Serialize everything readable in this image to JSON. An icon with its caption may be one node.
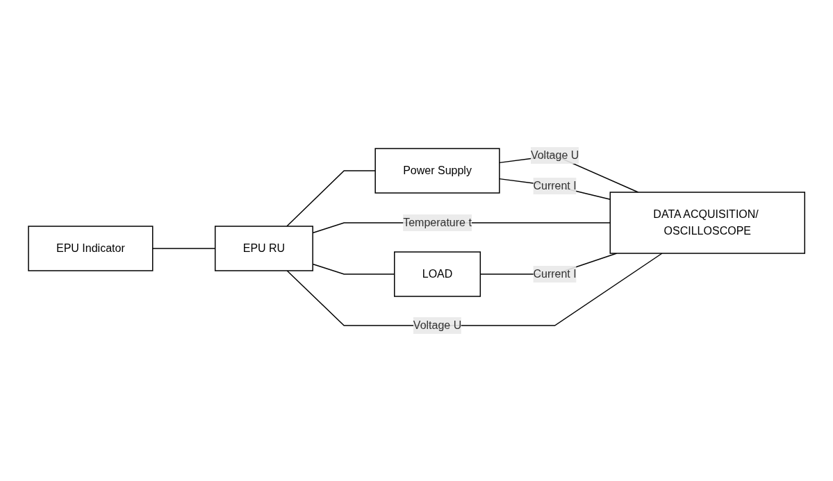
{
  "diagram": {
    "nodes": [
      {
        "text": [
          "EPU Indicator"
        ]
      },
      {
        "text": [
          "EPU RU"
        ]
      },
      {
        "text": [
          "Power Supply"
        ]
      },
      {
        "text": [
          "LOAD"
        ]
      },
      {
        "text": [
          "DATA ACQUISITION/ OSCILLOSCOPE"
        ]
      }
    ],
    "edges": [
      {
        "from": 0,
        "to": 1,
        "arrow": "none"
      },
      {
        "from": 1,
        "to": 2,
        "arrow": "none"
      },
      {
        "from": 1,
        "to": 4,
        "arrow": "none",
        "label": "Temperature t"
      },
      {
        "from": 1,
        "to": 3,
        "arrow": "none"
      },
      {
        "from": 1,
        "to": 4,
        "arrow": "none",
        "label": "Voltage U"
      },
      {
        "from": 2,
        "to": 4,
        "arrow": "none",
        "label": "Voltage U"
      },
      {
        "from": 3,
        "to": 4,
        "arrow": "none",
        "label": "Current I"
      },
      {
        "from": 2,
        "to": 4,
        "arrow": "none",
        "label": "Current I"
      }
    ]
  }
}
